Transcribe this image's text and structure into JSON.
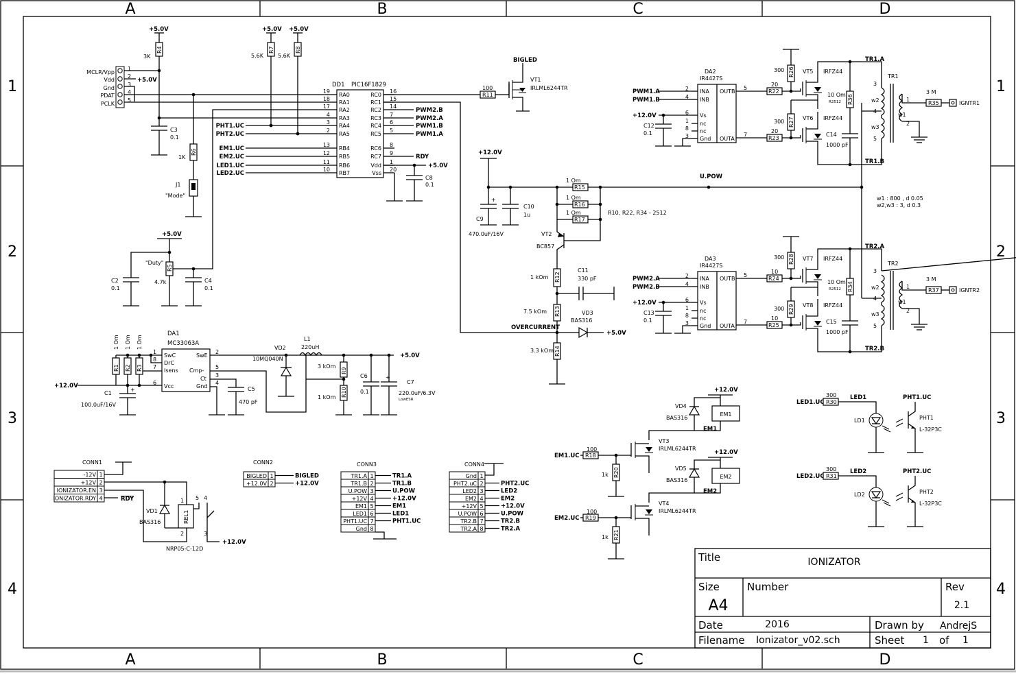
{
  "zones": {
    "cols": [
      "A",
      "B",
      "C",
      "D"
    ],
    "rows": [
      "1",
      "2",
      "3",
      "4"
    ]
  },
  "title_block": {
    "title_label": "Title",
    "title": "IONIZATOR",
    "size_label": "Size",
    "size": "A4",
    "number_label": "Number",
    "rev_label": "Rev",
    "rev": "2.1",
    "date_label": "Date",
    "date": "2016",
    "drawn_label": "Drawn by",
    "drawn_by": "AndrejS",
    "filename_label": "Filename",
    "filename": "Ionizator_v02.sch",
    "sheet_label": "Sheet",
    "sheet_num": "1",
    "of_label": "of",
    "sheet_total": "1"
  },
  "mcu": {
    "ref": "DD1",
    "part": "PIC16F1829",
    "left_pins": [
      {
        "num": "19",
        "name": "RA0"
      },
      {
        "num": "18",
        "name": "RA1"
      },
      {
        "num": "17",
        "name": "RA2"
      },
      {
        "num": "4",
        "name": "RA3"
      },
      {
        "num": "3",
        "name": "RA4"
      },
      {
        "num": "2",
        "name": "RA5"
      },
      {
        "num": "13",
        "name": "RB4"
      },
      {
        "num": "12",
        "name": "RB5"
      },
      {
        "num": "11",
        "name": "RB6"
      },
      {
        "num": "10",
        "name": "RB7"
      }
    ],
    "right_pins": [
      {
        "num": "16",
        "name": "RC0"
      },
      {
        "num": "15",
        "name": "RC1"
      },
      {
        "num": "14",
        "name": "RC2"
      },
      {
        "num": "7",
        "name": "RC3"
      },
      {
        "num": "6",
        "name": "RC4"
      },
      {
        "num": "5",
        "name": "RC5"
      },
      {
        "num": "8",
        "name": "RC6"
      },
      {
        "num": "9",
        "name": "RC7"
      },
      {
        "num": "1",
        "name": "Vdd"
      },
      {
        "num": "20",
        "name": "Vss"
      }
    ],
    "right_nets": [
      "",
      "",
      "PWM2.B",
      "PWM2.A",
      "PWM1.B",
      "PWM1.A",
      "",
      "RDY",
      "+5.0V",
      ""
    ],
    "left_nets": [
      "",
      "",
      "",
      "",
      "PHT1.UC",
      "PHT2.UC",
      "EM1.UC",
      "EM2.UC",
      "LED1.UC",
      "LED2.UC"
    ]
  },
  "icsp": {
    "pins": [
      {
        "num": "1",
        "name": "MCLR/Vpp"
      },
      {
        "num": "2",
        "name": "Vdd"
      },
      {
        "num": "3",
        "name": "Gnd"
      },
      {
        "num": "4",
        "name": "PDAT"
      },
      {
        "num": "5",
        "name": "PCLK"
      }
    ],
    "vdd_net": "+5.0V"
  },
  "rails": {
    "p5": "+5.0V",
    "p12": "+12.0V",
    "upow": "U.POW",
    "overcurrent": "OVERCURRENT"
  },
  "parts_a": {
    "r4": "R4",
    "r4v": "3K",
    "r7": "R7",
    "r7v": "5.6K",
    "r8": "R8",
    "r8v": "5.6K",
    "c3": "C3",
    "c3v": "0.1",
    "r6": "R6",
    "r6v": "1K",
    "j1": "J1",
    "j1v": "\"Mode\"",
    "r5": "R5",
    "r5v": "4.7k",
    "r5n": "\"Duty\"",
    "c2": "C2",
    "c2v": "0.1",
    "c4": "C4",
    "c4v": "0.1",
    "c8": "C8",
    "c8v": "0.1"
  },
  "vt1": {
    "net": "BIGLED",
    "ref": "VT1",
    "part": "IRLML6244TR",
    "r": "R11",
    "rv": "100"
  },
  "psu": {
    "ic_ref": "DA1",
    "ic_part": "MC33063A",
    "pins_left": [
      "SwC",
      "DrC",
      "Isens",
      "Vcc"
    ],
    "pins_left_nums": [
      "1",
      "8",
      "7",
      "6"
    ],
    "pins_right": [
      "SwE",
      "Cmp-",
      "Ct",
      "Gnd"
    ],
    "pins_right_nums": [
      "2",
      "5",
      "3",
      "4"
    ],
    "r1": "R1",
    "r2": "R2",
    "r3": "R3",
    "rv": "1 Om",
    "c1": "C1",
    "c1v": "100.0uF/16V",
    "c5": "C5",
    "c5v": "470 pF",
    "vd2": "VD2",
    "vd2p": "10MQ040N",
    "l1": "L1",
    "l1v": "220uH",
    "r9": "R9",
    "r9v": "3 kOm",
    "r10": "R10",
    "r10v": "1 kOm",
    "c6": "C6",
    "c6v": "0.1",
    "c7": "C7",
    "c7v": "220.0uF/6.3V",
    "c7n": "LowESR"
  },
  "power_stage": {
    "c9": "C9",
    "c9v": "470.0uF/16V",
    "c10": "C10",
    "c10v": "1u",
    "r15": "R15",
    "r16": "R16",
    "r17": "R17",
    "rsv": "1 Om",
    "note": "R10, R22, R34 - 2512",
    "vt2": "VT2",
    "vt2p": "BC857",
    "r12": "R12",
    "r12v": "1 kOm",
    "c11": "C11",
    "c11v": "330 pF",
    "r13": "R13",
    "r13v": "7.5 kOm",
    "vd3": "VD3",
    "vd3p": "BAS316",
    "r14": "R14",
    "r14v": "3.3 kOm"
  },
  "drivers": [
    {
      "ref": "DA2",
      "part": "IR4427S",
      "ina": "PWM1.A",
      "inb": "PWM1.B",
      "c": "C12",
      "cv": "0.1",
      "ra": "R22",
      "rb": "R23",
      "rv": "20",
      "rpa": "R26",
      "rpb": "R27",
      "rpv": "300",
      "q1": "VT5",
      "q2": "VT6",
      "qp": "IRFZ44",
      "rsh": "R36",
      "rshv": "10 Om",
      "rshn": "R2512",
      "cap": "C14",
      "capv": "1000 pF",
      "tr": "TR1",
      "tra": "TR1.A",
      "trb": "TR1.B",
      "rout": "R35",
      "routv": "3 M",
      "out": "IGNTR1"
    },
    {
      "ref": "DA3",
      "part": "IR4427S",
      "ina": "PWM2.A",
      "inb": "PWM2.B",
      "c": "C13",
      "cv": "0.1",
      "ra": "R24",
      "rb": "R25",
      "rv": "10",
      "rpa": "R28",
      "rpb": "R29",
      "rpv": "300",
      "q1": "VT7",
      "q2": "VT8",
      "qp": "IRFZ44",
      "rsh": "R34",
      "rshv": "10 Om",
      "rshn": "R2512",
      "cap": "C15",
      "capv": "1000 pF",
      "tr": "TR2",
      "tra": "TR2.A",
      "trb": "TR2.B",
      "rout": "R37",
      "routv": "3 M",
      "out": "IGNTR2"
    }
  ],
  "driver_pins": {
    "left": [
      "INA",
      "INB",
      "Vs",
      "nc",
      "nc",
      "Gnd"
    ],
    "left_nums": [
      "2",
      "4",
      "6",
      "1",
      "8",
      "3"
    ],
    "right": [
      "OUTB",
      "OUTA"
    ],
    "right_nums": [
      "5",
      "7"
    ]
  },
  "tr_windings": {
    "w1": "w1",
    "w2": "w2",
    "w3": "w3",
    "note1": "w1 : 800 , d 0.05",
    "note2": "w2,w3 : 3, d 0.3"
  },
  "em": [
    {
      "vd": "VD4",
      "vdp": "BAS316",
      "em": "EM1",
      "net": "EM1",
      "in": "EM1.UC",
      "r": "R18",
      "rv": "100",
      "rp": "R20",
      "rpv": "1k",
      "q": "VT3",
      "qp": "IRLML6244TR"
    },
    {
      "vd": "VD5",
      "vdp": "BAS316",
      "em": "EM2",
      "net": "EM2",
      "in": "EM2.UC",
      "r": "R19",
      "rv": "100",
      "rp": "R21",
      "rpv": "1k",
      "q": "VT4",
      "qp": "IRLML6244TR"
    }
  ],
  "leds": [
    {
      "in": "LED1.UC",
      "r": "R30",
      "rv": "300",
      "net": "LED1",
      "ld": "LD1",
      "pht": "PHT1",
      "phtp": "L-32P3C",
      "phtnet": "PHT1.UC"
    },
    {
      "in": "LED2.UC",
      "r": "R31",
      "rv": "300",
      "net": "LED2",
      "ld": "LD2",
      "pht": "PHT2",
      "phtp": "L-32P3C",
      "phtnet": "PHT2.UC"
    }
  ],
  "conn1": {
    "ref": "CONN1",
    "rows": [
      "-12V",
      "+12V",
      "IONIZATOR.EN",
      "IONIZATOR.RDY"
    ],
    "nums": [
      "1",
      "2",
      "3",
      "4"
    ],
    "rdy": "RDY",
    "vd1": "VD1",
    "vd1p": "BAS316",
    "rel": "REL1",
    "relp": "NRP05-C-12D",
    "p12": "+12.0V"
  },
  "conn2": {
    "ref": "CONN2",
    "rows": [
      "BIGLED",
      "+12.0V"
    ],
    "nums": [
      "1",
      "2"
    ],
    "nets": [
      "BIGLED",
      "+12.0V"
    ]
  },
  "conn3": {
    "ref": "CONN3",
    "rows": [
      "TR1.A",
      "TR1.B",
      "U.POW",
      "+12V",
      "EM1",
      "LED1",
      "PHT1.UC",
      "Gnd"
    ],
    "nums": [
      "1",
      "2",
      "3",
      "4",
      "5",
      "6",
      "7",
      "8"
    ],
    "nets": [
      "TR1.A",
      "TR1.B",
      "U.POW",
      "+12.0V",
      "EM1",
      "LED1",
      "PHT1.UC",
      ""
    ]
  },
  "conn4": {
    "ref": "CONN4",
    "rows": [
      "Gnd",
      "PHT2.uC",
      "LED2",
      "EM2",
      "+12V",
      "U.POW",
      "TR2.B",
      "TR2.A"
    ],
    "nums": [
      "1",
      "2",
      "3",
      "4",
      "5",
      "6",
      "7",
      "8"
    ],
    "nets": [
      "",
      "PHT2.UC",
      "LED2",
      "EM2",
      "+12.0V",
      "U.POW",
      "TR2.B",
      "TR2.A"
    ]
  }
}
